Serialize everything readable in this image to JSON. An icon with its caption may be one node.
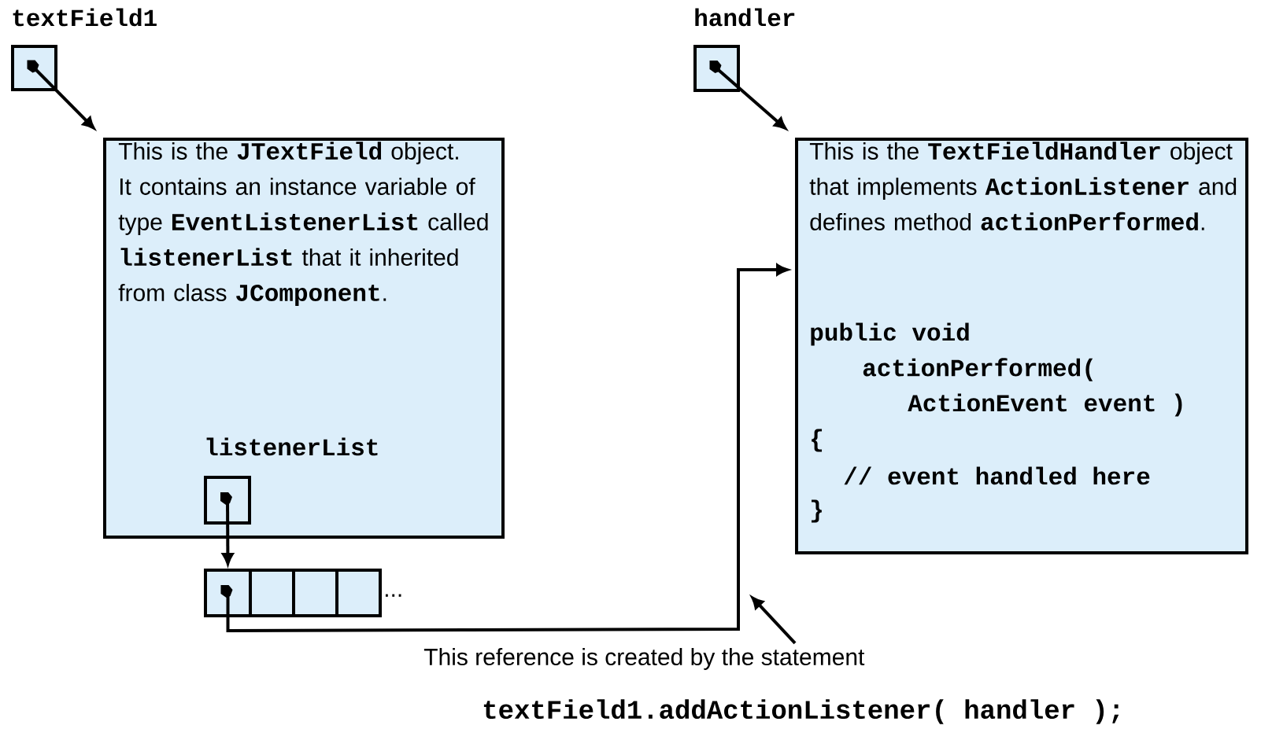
{
  "diagram": {
    "nodes": [
      {
        "text": [
          "textField1"
        ]
      },
      {
        "text": [
          "This is the **JTextField** object. It contains an instance variable of type **EventListenerList** called **listenerList** that it inherited from class **JComponent**."
        ]
      },
      {
        "text": [
          "listenerList"
        ],
        "in": 1
      },
      {
        "text": [],
        "shape": "box"
      },
      {
        "text": [],
        "shape": "box"
      },
      {
        "text": [],
        "shape": "box"
      },
      {
        "text": [],
        "shape": "box",
        "beside": [
          "..."
        ]
      },
      {
        "text": [
          "handler"
        ]
      },
      {
        "text": [
          "This is the **TextFieldHandler** object that implements **ActionListener** and defines method **actionPerformed**.",
          "public void",
          "actionPerformed(",
          "ActionEvent event )",
          "{",
          "// event handled here",
          "}"
        ]
      },
      {
        "text": [
          "This reference is created by the statement",
          "textField1.addActionListener( handler );"
        ]
      }
    ],
    "edges": [
      {
        "from": 0,
        "to": 1,
        "arrow": "to"
      },
      {
        "from": 7,
        "to": 8,
        "arrow": "to"
      },
      {
        "from": 2,
        "to": 3,
        "arrow": "to"
      },
      {
        "from": 3,
        "to": 8,
        "arrow": "to"
      },
      {
        "from": 9,
        "to": null,
        "arrow": "to"
      }
    ]
  }
}
